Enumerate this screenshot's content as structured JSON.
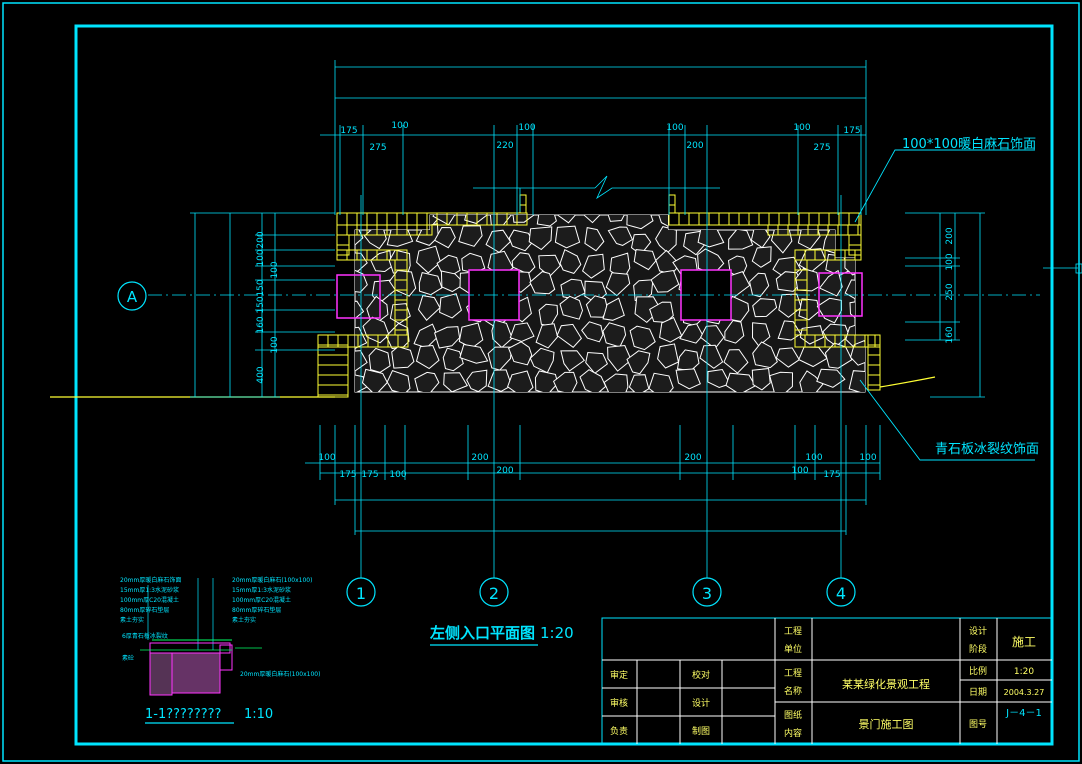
{
  "drawing": {
    "title": "左侧入口平面图",
    "title_scale": "1:20",
    "note_top": "100*100暖白麻石饰面",
    "note_bottom": "青石板冰裂纹饰面",
    "grid_left_label": "A",
    "grid_numbers": [
      "1",
      "2",
      "3",
      "4"
    ],
    "dims_top_row": [
      "175",
      "100",
      "275",
      "220",
      "100",
      "100",
      "200",
      "100",
      "175",
      "275"
    ],
    "dims_bottom_row": [
      "100",
      "175",
      "175",
      "100",
      "200",
      "200",
      "200",
      "100",
      "100",
      "175",
      "100"
    ],
    "dims_left": [
      "200",
      "100",
      "100",
      "150",
      "150",
      "160",
      "100",
      "400"
    ],
    "dims_right": [
      "200",
      "100",
      "250",
      "160"
    ]
  },
  "detail": {
    "title": "1-1????????",
    "scale": "1:10",
    "left_notes": [
      "20mm厚暖白麻石饰面",
      "15mm厚1:3水泥砂浆",
      "100mm厚C20混凝土",
      "80mm厚碎石垫层",
      "素土夯实"
    ],
    "right_notes": [
      "20mm厚暖白麻石(100x100)",
      "15mm厚1:3水泥砂浆",
      "100mm厚C20混凝土",
      "80mm厚碎石垫层",
      "素土夯实"
    ],
    "side_label_1": "6厚青石板冰裂纹",
    "side_label_2": "素砼",
    "bottom_note": "20mm厚暖白麻石(100x100)"
  },
  "title_block": {
    "row1_label_a": "工程",
    "row1_label_b": "单位",
    "row2_label_a": "工程",
    "row2_label_b": "名称",
    "row3_label_a": "图纸",
    "row3_label_b": "内容",
    "project_name": "某某绿化景观工程",
    "drawing_name": "景门施工图",
    "stage_label_a": "设计",
    "stage_label_b": "阶段",
    "stage_value": "施工",
    "scale_label": "比例",
    "scale_value": "1:20",
    "date_label": "日期",
    "date_value": "2004.3.27",
    "number_label": "图号",
    "number_value": "J－4－1",
    "role_1": "审定",
    "role_2": "审核",
    "role_3": "负责",
    "role_4": "校对",
    "role_5": "设计",
    "role_6": "制图"
  },
  "colors": {
    "frame": "#00e5ff",
    "hatch": "#ffff33",
    "window": "#ff33ff",
    "stone": "#ffffff",
    "background": "#000000"
  }
}
